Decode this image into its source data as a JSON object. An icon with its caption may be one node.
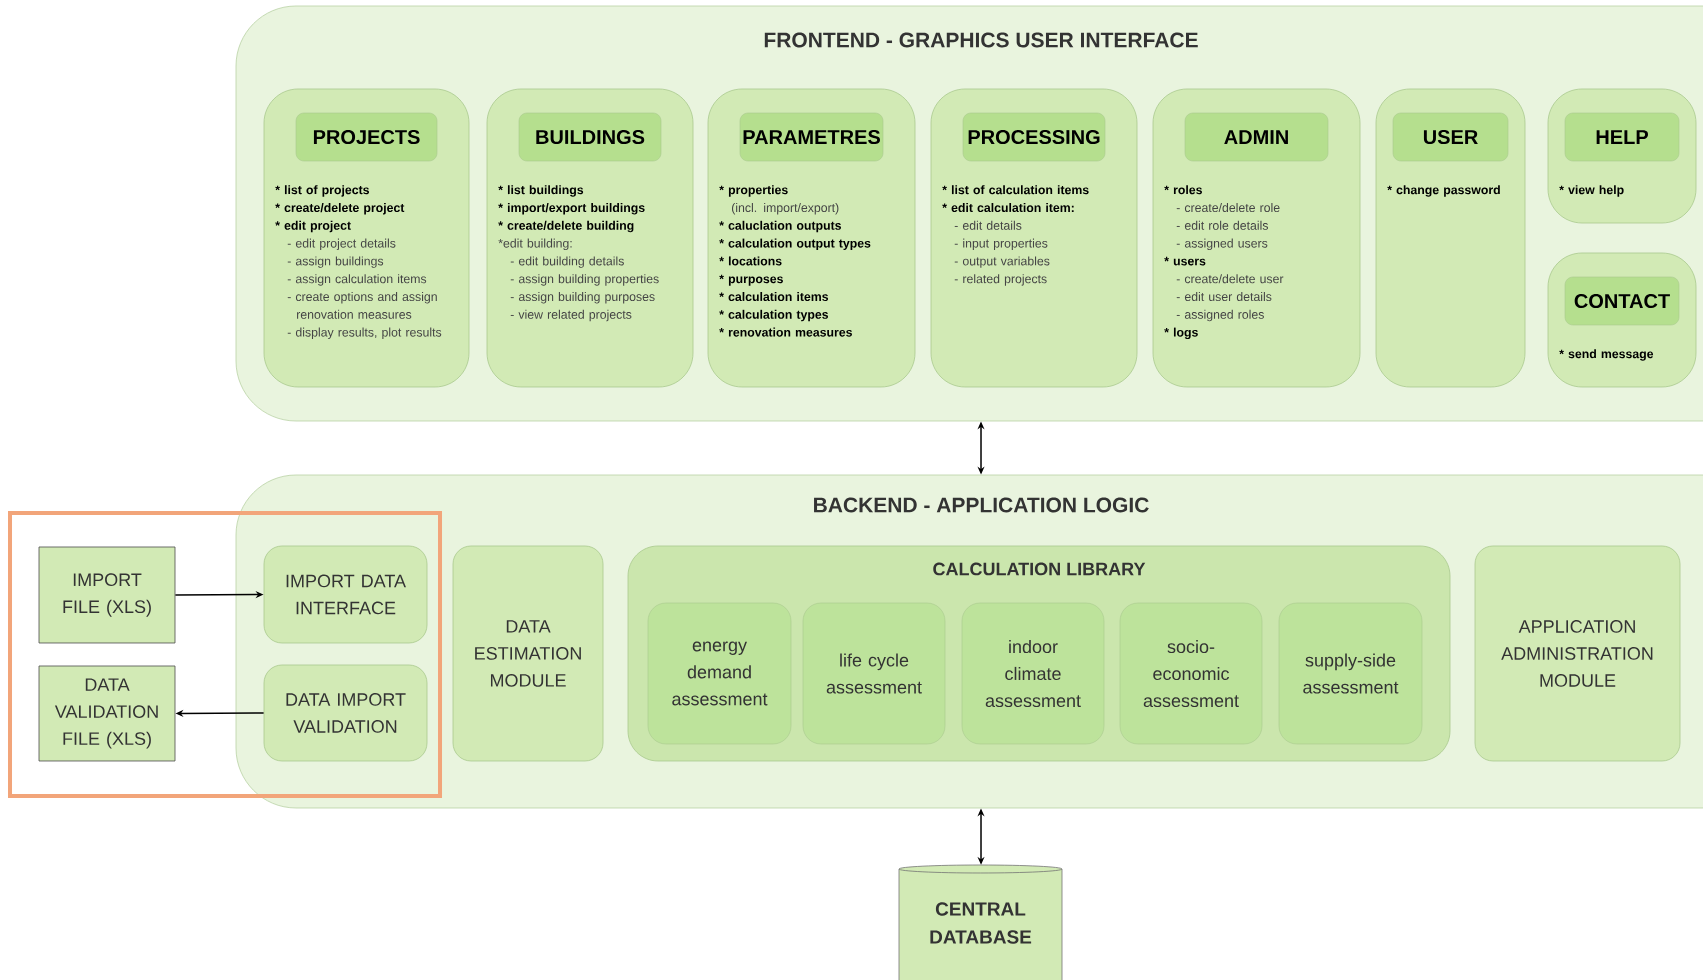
{
  "diagram": {
    "nodes": [
      {
        "text": [
          "FRONTEND - GRAPHICS USER INTERFACE"
        ]
      },
      {
        "text": [
          "* list of projects",
          "* create/delete project",
          "* edit project",
          "- edit project details",
          "- assign buildings",
          "- assign calculation items",
          "- create options and assign renovation measures",
          "- display results, plot results"
        ],
        "in": 0
      },
      {
        "text": [
          "PROJECTS"
        ],
        "in": 1
      },
      {
        "text": [
          "* list buildings",
          "* import/export buildings",
          "* create/delete building",
          "*edit building:",
          "- edit building details",
          "- assign building properties",
          "- assign building purposes",
          "- view related projects"
        ],
        "in": 0
      },
      {
        "text": [
          "BUILDINGS"
        ],
        "in": 3
      },
      {
        "text": [
          "* properties",
          "(incl. import/export)",
          "* caluclation outputs",
          "* calculation output types",
          "* locations",
          "* purposes",
          "* calculation items",
          "* calculation types",
          "* renovation measures"
        ],
        "in": 0
      },
      {
        "text": [
          "PARAMETRES"
        ],
        "in": 5
      },
      {
        "text": [
          "* list of calculation items",
          "* edit calculation item:",
          "- edit details",
          "- input properties",
          "- output variables",
          "- related projects"
        ],
        "in": 0
      },
      {
        "text": [
          "PROCESSING"
        ],
        "in": 7
      },
      {
        "text": [
          "* roles",
          "- create/delete role",
          "- edit role details",
          "- assigned users",
          "* users",
          "- create/delete user",
          "- edit user details",
          "- assigned roles",
          "* logs"
        ],
        "in": 0
      },
      {
        "text": [
          "ADMIN"
        ],
        "in": 9
      },
      {
        "text": [
          "* change password"
        ],
        "in": 0
      },
      {
        "text": [
          "USER"
        ],
        "in": 11
      },
      {
        "text": [
          "* view help"
        ],
        "in": 0
      },
      {
        "text": [
          "HELP"
        ],
        "in": 13
      },
      {
        "text": [
          "* send message"
        ],
        "in": 0
      },
      {
        "text": [
          "CONTACT"
        ],
        "in": 15
      },
      {
        "text": [
          "BACKEND - APPLICATION LOGIC"
        ]
      },
      {
        "text": [
          "IMPORT DATA INTERFACE"
        ],
        "in": 17
      },
      {
        "text": [
          "DATA IMPORT VALIDATION"
        ],
        "in": 17
      },
      {
        "text": [
          "DATA ESTIMATION MODULE"
        ],
        "in": 17
      },
      {
        "text": [
          "CALCULATION LIBRARY"
        ],
        "in": 17
      },
      {
        "text": [
          "energy demand assessment"
        ],
        "in": 21
      },
      {
        "text": [
          "life cycle assessment"
        ],
        "in": 21
      },
      {
        "text": [
          "indoor climate assessment"
        ],
        "in": 21
      },
      {
        "text": [
          "socio- economic assessment"
        ],
        "in": 21
      },
      {
        "text": [
          "supply-side assessment"
        ],
        "in": 21
      },
      {
        "text": [
          "APPLICATION ADMINISTRATION MODULE"
        ],
        "in": 17
      },
      {
        "text": [
          "IMPORT FILE (XLS)"
        ]
      },
      {
        "text": [
          "DATA VALIDATION FILE (XLS)"
        ]
      },
      {
        "text": [
          "CENTRAL DATABASE"
        ]
      }
    ],
    "edges": [
      {
        "from": 0,
        "to": 17,
        "arrow": "both"
      },
      {
        "from": 17,
        "to": 30,
        "arrow": "both"
      },
      {
        "from": 28,
        "to": 18,
        "arrow": "to"
      },
      {
        "from": 19,
        "to": 29,
        "arrow": "to"
      }
    ]
  }
}
